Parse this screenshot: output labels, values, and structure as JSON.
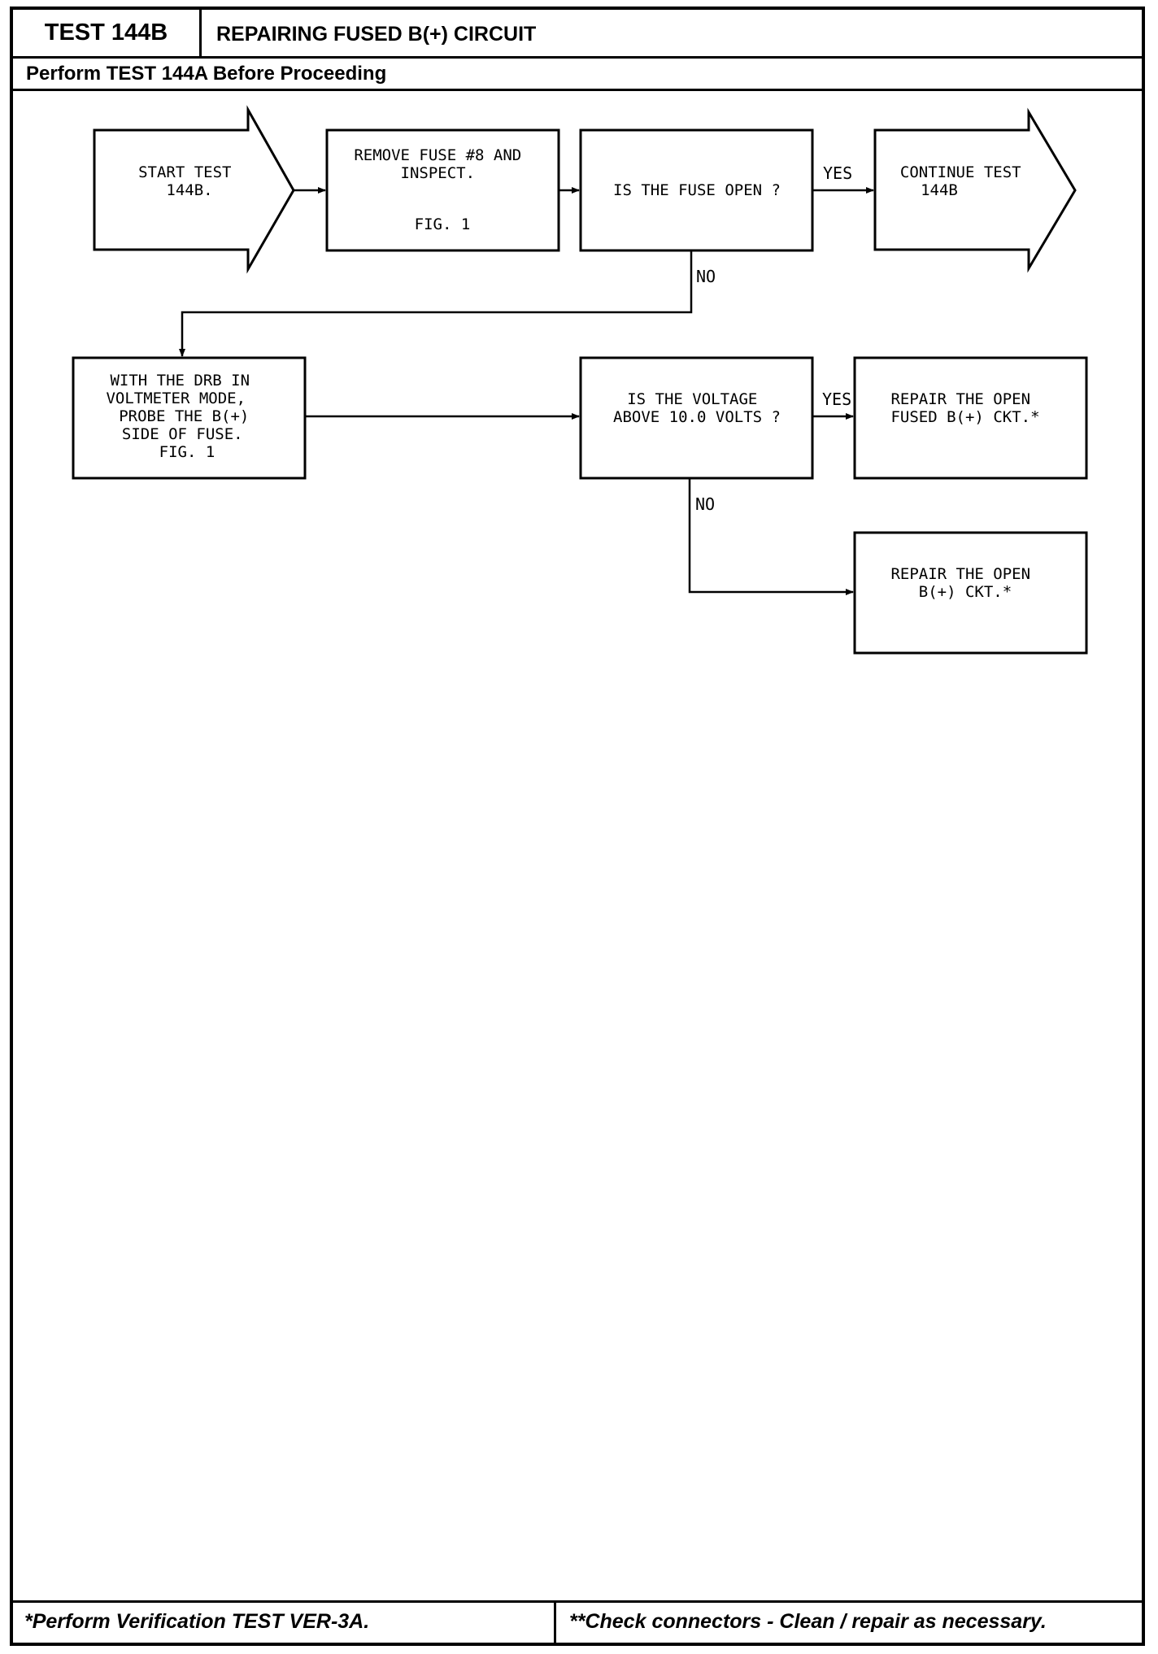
{
  "header": {
    "test_id": "TEST 144B",
    "title": "REPAIRING FUSED B(+) CIRCUIT",
    "prerequisite": "Perform TEST 144A Before Proceeding"
  },
  "flowchart": {
    "start": [
      "START TEST",
      "144B."
    ],
    "remove_fuse": [
      "REMOVE FUSE #8 AND",
      "INSPECT.",
      "FIG. 1"
    ],
    "fuse_open_question": [
      "IS THE FUSE OPEN ?"
    ],
    "continue": [
      "CONTINUE TEST",
      "144B"
    ],
    "probe": [
      "WITH THE DRB IN",
      "VOLTMETER MODE,",
      "PROBE THE B(+)",
      "SIDE OF FUSE.",
      "FIG. 1"
    ],
    "voltage_question": [
      "IS THE VOLTAGE",
      "ABOVE 10.0 VOLTS ?"
    ],
    "repair_fused": [
      "REPAIR THE OPEN",
      "FUSED B(+) CKT.*"
    ],
    "repair_open": [
      "REPAIR THE OPEN",
      "B(+) CKT.*"
    ],
    "labels": {
      "yes_1": "YES",
      "no_1": "NO",
      "yes_2": "YES",
      "no_2": "NO"
    }
  },
  "footer": {
    "left_note": "*Perform Verification TEST VER-3A.",
    "right_note": "**Check connectors - Clean / repair as necessary."
  }
}
